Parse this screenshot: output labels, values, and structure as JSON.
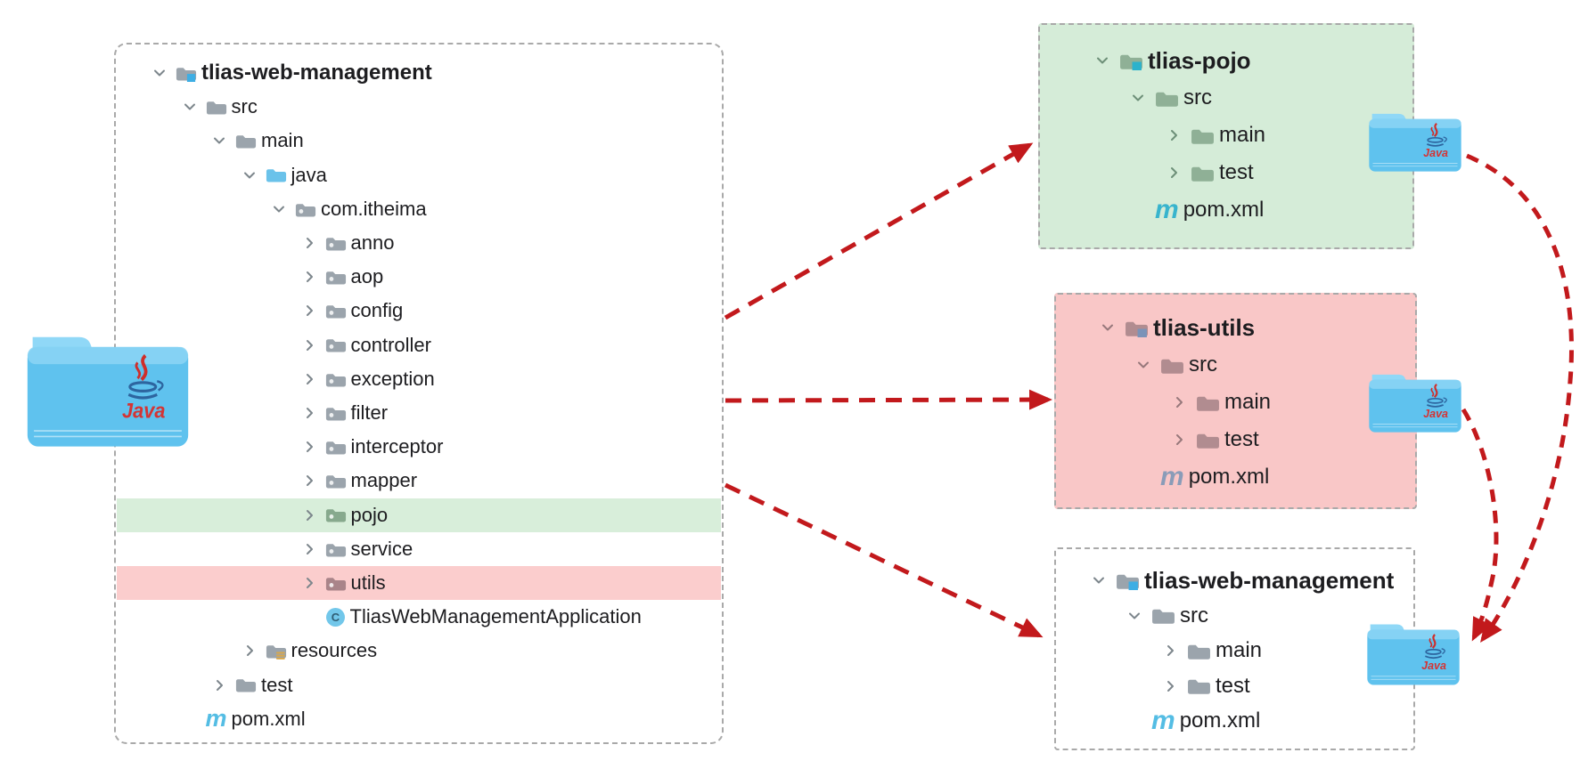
{
  "colors": {
    "arrow_red": "#c2191c",
    "green_bg": "#d5ecd8",
    "pink_bg": "#f9c7c7",
    "row_green": "#d8eeda",
    "row_pink": "#fbcdcd",
    "folder_gray": "#9ba4ac",
    "folder_blue": "#6ac2ea",
    "folder_sage": "#8fb096",
    "folder_rose": "#b18c90",
    "folder_icon_blue": "#5fc2ee",
    "maven_blue": "#54bde4",
    "maven_teal": "#38b4cd",
    "maven_slate": "#8a9cb8",
    "module_sq_blue": "#3eaee4",
    "module_sq_teal": "#2cb2cc",
    "module_sq_slate": "#7b93b8",
    "resources_lines": "#d9a74a",
    "class_circle": "#72c7ea",
    "text": "#1d1d20"
  },
  "java_folder": {
    "logo_text": "Java"
  },
  "left_panel": {
    "id": "main-project",
    "nodes": [
      {
        "label": "tlias-web-management",
        "level": 0,
        "chevron": "down",
        "icon": "module",
        "bold": true
      },
      {
        "label": "src",
        "level": 1,
        "chevron": "down",
        "icon": "folder"
      },
      {
        "label": "main",
        "level": 2,
        "chevron": "down",
        "icon": "folder"
      },
      {
        "label": "java",
        "level": 3,
        "chevron": "down",
        "icon": "folder-src"
      },
      {
        "label": "com.itheima",
        "level": 4,
        "chevron": "down",
        "icon": "package"
      },
      {
        "label": "anno",
        "level": 5,
        "chevron": "right",
        "icon": "package"
      },
      {
        "label": "aop",
        "level": 5,
        "chevron": "right",
        "icon": "package"
      },
      {
        "label": "config",
        "level": 5,
        "chevron": "right",
        "icon": "package"
      },
      {
        "label": "controller",
        "level": 5,
        "chevron": "right",
        "icon": "package"
      },
      {
        "label": "exception",
        "level": 5,
        "chevron": "right",
        "icon": "package"
      },
      {
        "label": "filter",
        "level": 5,
        "chevron": "right",
        "icon": "package"
      },
      {
        "label": "interceptor",
        "level": 5,
        "chevron": "right",
        "icon": "package"
      },
      {
        "label": "mapper",
        "level": 5,
        "chevron": "right",
        "icon": "package"
      },
      {
        "label": "pojo",
        "level": 5,
        "chevron": "right",
        "icon": "package",
        "icon_color": "#87a98d",
        "highlight": "green"
      },
      {
        "label": "service",
        "level": 5,
        "chevron": "right",
        "icon": "package"
      },
      {
        "label": "utils",
        "level": 5,
        "chevron": "right",
        "icon": "package",
        "icon_color": "#a98489",
        "highlight": "pink"
      },
      {
        "label": "TliasWebManagementApplication",
        "level": 5,
        "chevron": "none",
        "icon": "class"
      },
      {
        "label": "resources",
        "level": 3,
        "chevron": "right",
        "icon": "resources"
      },
      {
        "label": "test",
        "level": 2,
        "chevron": "right",
        "icon": "folder"
      },
      {
        "label": "pom.xml",
        "level": 1,
        "chevron": "none",
        "icon": "maven"
      }
    ]
  },
  "right_panels": [
    {
      "id": "tlias-pojo",
      "nodes": [
        {
          "label": "tlias-pojo",
          "level": 0,
          "chevron": "down",
          "icon": "module",
          "bold": true
        },
        {
          "label": "src",
          "level": 1,
          "chevron": "down",
          "icon": "folder"
        },
        {
          "label": "main",
          "level": 2,
          "chevron": "right",
          "icon": "folder"
        },
        {
          "label": "test",
          "level": 2,
          "chevron": "right",
          "icon": "folder"
        },
        {
          "label": "pom.xml",
          "level": 1,
          "chevron": "none",
          "icon": "maven"
        }
      ]
    },
    {
      "id": "tlias-utils",
      "nodes": [
        {
          "label": "tlias-utils",
          "level": 0,
          "chevron": "down",
          "icon": "module",
          "bold": true
        },
        {
          "label": "src",
          "level": 1,
          "chevron": "down",
          "icon": "folder"
        },
        {
          "label": "main",
          "level": 2,
          "chevron": "right",
          "icon": "folder"
        },
        {
          "label": "test",
          "level": 2,
          "chevron": "right",
          "icon": "folder"
        },
        {
          "label": "pom.xml",
          "level": 1,
          "chevron": "none",
          "icon": "maven"
        }
      ]
    },
    {
      "id": "tlias-web-management",
      "nodes": [
        {
          "label": "tlias-web-management",
          "level": 0,
          "chevron": "down",
          "icon": "module",
          "bold": true
        },
        {
          "label": "src",
          "level": 1,
          "chevron": "down",
          "icon": "folder"
        },
        {
          "label": "main",
          "level": 2,
          "chevron": "right",
          "icon": "folder"
        },
        {
          "label": "test",
          "level": 2,
          "chevron": "right",
          "icon": "folder"
        },
        {
          "label": "pom.xml",
          "level": 1,
          "chevron": "none",
          "icon": "maven"
        }
      ]
    }
  ],
  "diagram": {
    "edges": [
      {
        "from": "main-project",
        "to": "tlias-pojo",
        "style": "dashed-red-straight"
      },
      {
        "from": "main-project",
        "to": "tlias-utils",
        "style": "dashed-red-straight"
      },
      {
        "from": "main-project",
        "to": "tlias-web-management",
        "style": "dashed-red-straight"
      },
      {
        "from": "tlias-pojo-java-folder",
        "to": "tlias-web-management-java-folder",
        "style": "dashed-red-curve"
      },
      {
        "from": "tlias-utils-java-folder",
        "to": "tlias-web-management-java-folder",
        "style": "dashed-red-curve"
      }
    ]
  }
}
